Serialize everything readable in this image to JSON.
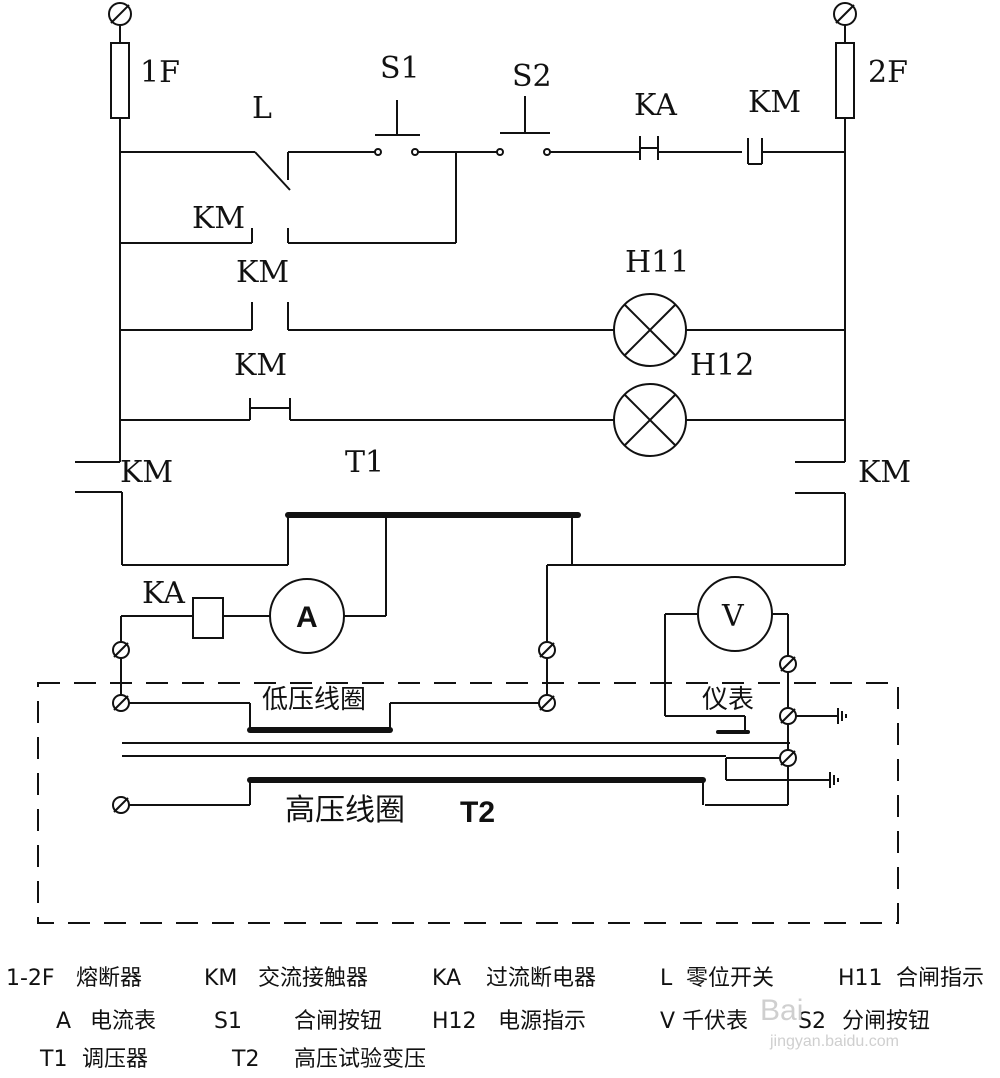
{
  "labels": {
    "fuse_1": "1F",
    "fuse_2": "2F",
    "limit_switch": "L",
    "button_s1": "S1",
    "button_s2": "S2",
    "relay_ka_top": "KA",
    "contact_km_top": "KM",
    "contact_km_hold": "KM",
    "contact_km_h11": "KM",
    "lamp_h11": "H11",
    "contact_km_h12": "KM",
    "lamp_h12": "H12",
    "main_km_left": "KM",
    "main_km_right": "KM",
    "regulator": "T1",
    "relay_ka_bottom": "KA",
    "ammeter": "A",
    "voltmeter": "V",
    "low_voltage_coil": "低压线圈",
    "meter": "仪表",
    "high_voltage_coil": "高压线圈",
    "transformer_t2": "T2"
  },
  "legend": {
    "row1": [
      "1-2F",
      "熔断器",
      "KM",
      "交流接触器",
      "KA",
      "过流断电器",
      "L",
      "零位开关",
      "H11",
      "合闸指示"
    ],
    "row2": [
      "A",
      "电流表",
      "S1",
      "合闸按钮",
      "H12",
      "电源指示",
      "V",
      "千伏表",
      "S2",
      "分闸按钮"
    ],
    "row3": [
      "T1",
      "调压器",
      "T2",
      "高压试验变压"
    ]
  },
  "watermark": {
    "brand": "Bai",
    "site": "jingyan.baidu.com"
  }
}
